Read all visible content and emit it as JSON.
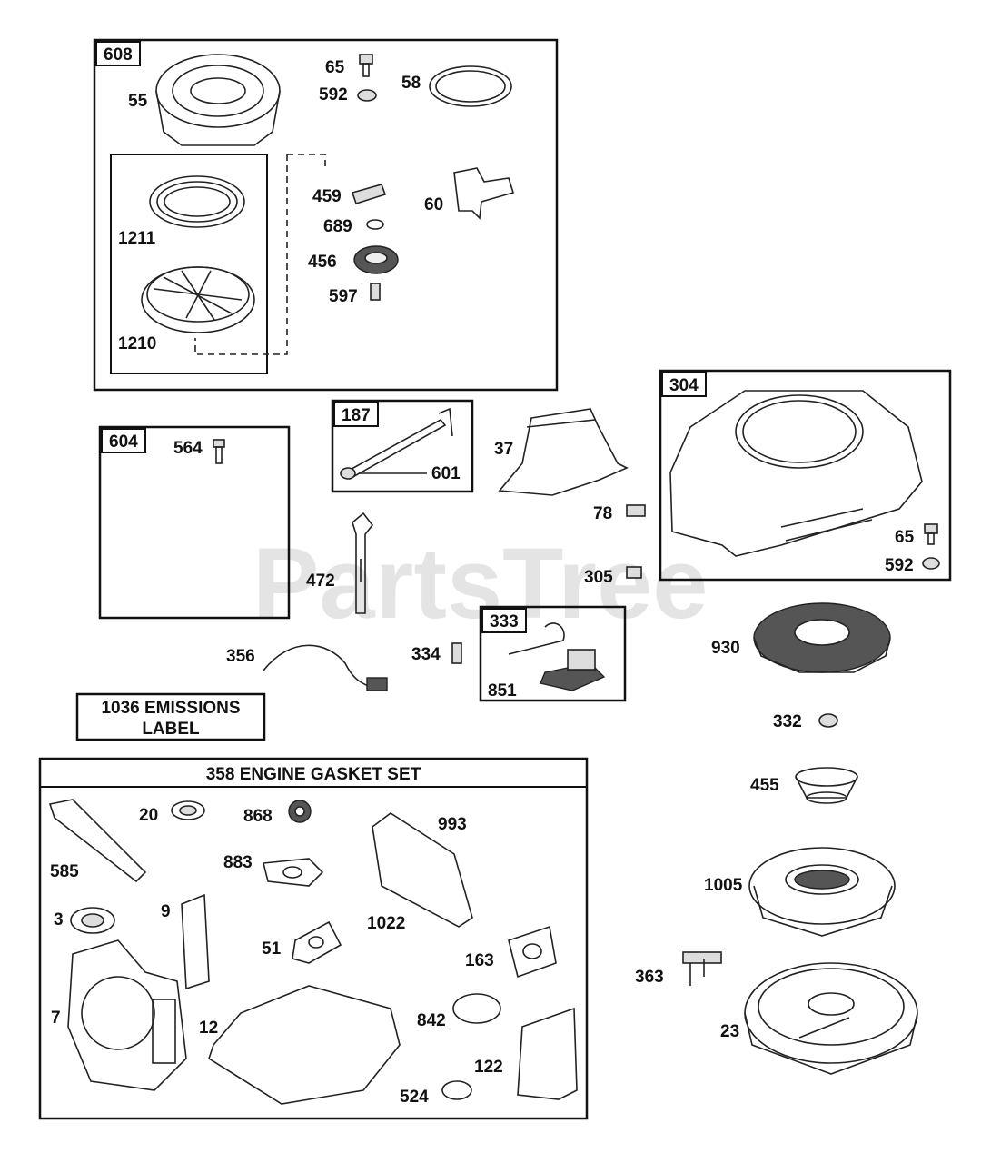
{
  "watermark": "PartsTree",
  "groups": {
    "g608": "608",
    "g604": "604",
    "g187": "187",
    "g304": "304",
    "g333": "333"
  },
  "labels": {
    "emissions_line1": "1036 EMISSIONS",
    "emissions_line2": "LABEL",
    "gasket_set": "358 ENGINE GASKET SET"
  },
  "parts": {
    "p55": "55",
    "p65a": "65",
    "p592a": "592",
    "p58": "58",
    "p459": "459",
    "p689": "689",
    "p60": "60",
    "p456": "456",
    "p597": "597",
    "p1211": "1211",
    "p1210": "1210",
    "p564": "564",
    "p601": "601",
    "p37": "37",
    "p78": "78",
    "p472": "472",
    "p305": "305",
    "p65b": "65",
    "p592b": "592",
    "p356": "356",
    "p334": "334",
    "p851": "851",
    "p930": "930",
    "p332": "332",
    "p455": "455",
    "p1005": "1005",
    "p363": "363",
    "p23": "23",
    "p20": "20",
    "p868": "868",
    "p993": "993",
    "p585": "585",
    "p883": "883",
    "p3": "3",
    "p9": "9",
    "p51": "51",
    "p1022": "1022",
    "p163": "163",
    "p7": "7",
    "p12": "12",
    "p842": "842",
    "p122": "122",
    "p524": "524"
  }
}
